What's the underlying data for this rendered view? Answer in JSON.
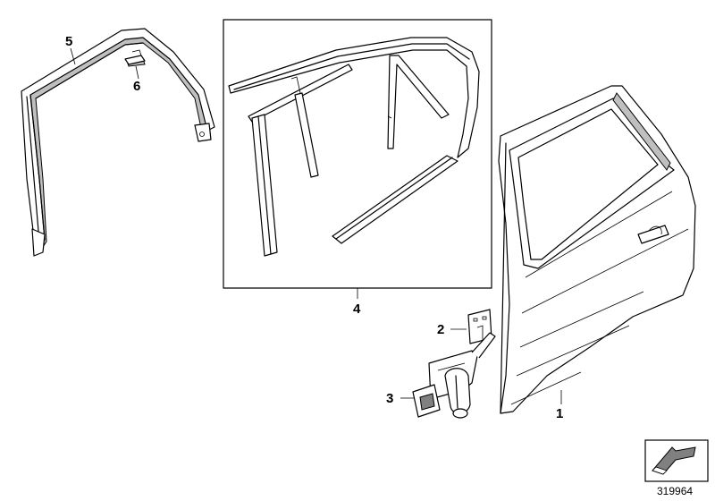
{
  "callouts": {
    "door": "1",
    "plate": "2",
    "check_strap": "3",
    "trim_set": "4",
    "window_frame_seal": "5",
    "clip": "6"
  },
  "document_number": "319964"
}
